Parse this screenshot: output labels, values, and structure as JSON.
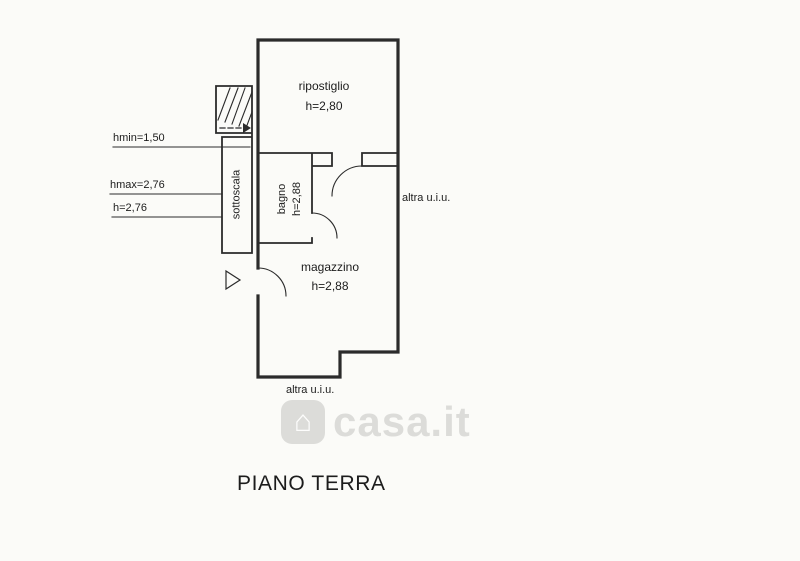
{
  "title": "PIANO TERRA",
  "watermark": {
    "brand": "casa.it"
  },
  "rooms": [
    {
      "label": "ripostiglio",
      "height": "h=2,80"
    },
    {
      "label": "sottoscala",
      "height": ""
    },
    {
      "label": "bagno",
      "height": "h=2,88"
    },
    {
      "label": "magazzino",
      "height": "h=2,88"
    }
  ],
  "annotations": {
    "hmin": "hmin=1,50",
    "hmax": "hmax=2,76",
    "h": "h=2,76",
    "altra_right": "altra u.i.u.",
    "altra_bottom": "altra u.i.u."
  },
  "colors": {
    "background": "#fbfbf8",
    "line": "#2b2b2b",
    "text": "#1c1c1c",
    "watermark": "#c9c9c6"
  }
}
